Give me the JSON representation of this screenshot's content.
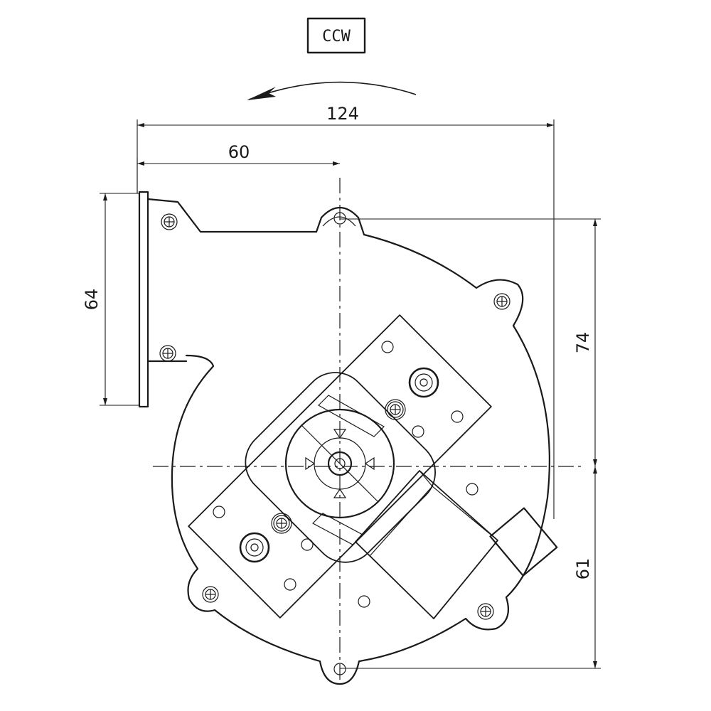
{
  "rotation_label": "CCW",
  "dimensions": {
    "overall_width": "124",
    "flange_to_center": "60",
    "flange_height": "64",
    "center_to_top": "74",
    "center_to_bottom": "61"
  },
  "icons": [
    "rotation-arrow-icon",
    "screw-icon",
    "mounting-hole-icon"
  ]
}
